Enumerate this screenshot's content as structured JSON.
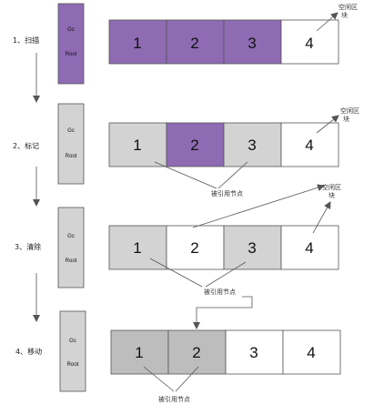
{
  "colors": {
    "purple": "#8e6bb3",
    "gray": "#d3d3d3",
    "gray_dark": "#bdbdbd",
    "white": "#ffffff",
    "border": "#555555",
    "arrow": "#555555"
  },
  "rows": [
    {
      "step": "1、扫描",
      "root": [
        "Gc",
        "Root"
      ],
      "root_fill": "purple",
      "cells": [
        {
          "label": "1",
          "fill": "purple"
        },
        {
          "label": "2",
          "fill": "purple"
        },
        {
          "label": "3",
          "fill": "purple"
        },
        {
          "label": "4",
          "fill": "white"
        }
      ],
      "free_label": [
        "空闲区",
        "块"
      ]
    },
    {
      "step": "2、标记",
      "root": [
        "Gc",
        "Root"
      ],
      "root_fill": "gray",
      "cells": [
        {
          "label": "1",
          "fill": "gray"
        },
        {
          "label": "2",
          "fill": "purple"
        },
        {
          "label": "3",
          "fill": "gray"
        },
        {
          "label": "4",
          "fill": "white"
        }
      ],
      "free_label": [
        "空闲区",
        "块"
      ],
      "ref_label": "被引用节点"
    },
    {
      "step": "3、清除",
      "root": [
        "Gc",
        "Root"
      ],
      "root_fill": "gray",
      "cells": [
        {
          "label": "1",
          "fill": "gray"
        },
        {
          "label": "2",
          "fill": "white"
        },
        {
          "label": "3",
          "fill": "gray"
        },
        {
          "label": "4",
          "fill": "white"
        }
      ],
      "free_label": [
        "空闲区",
        "块"
      ],
      "ref_label": "被引用节点"
    },
    {
      "step": "4、移动",
      "root": [
        "Gc",
        "Root"
      ],
      "root_fill": "gray",
      "cells": [
        {
          "label": "1",
          "fill": "gray_dark"
        },
        {
          "label": "2",
          "fill": "gray_dark"
        },
        {
          "label": "3",
          "fill": "white"
        },
        {
          "label": "4",
          "fill": "white"
        }
      ],
      "ref_label": "被引用节点"
    }
  ]
}
